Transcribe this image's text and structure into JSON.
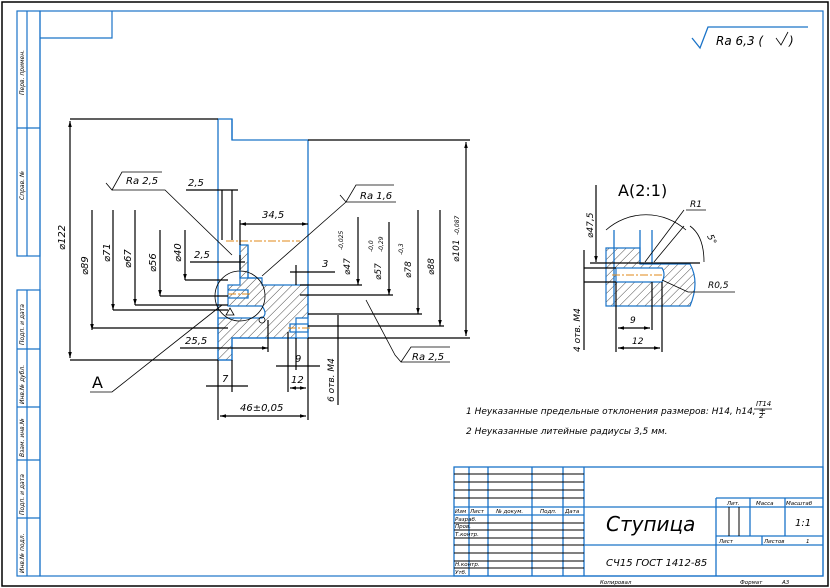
{
  "sheet": {
    "general_roughness": "Ra 6,3 (",
    "general_roughness_close": ")",
    "side_labels": [
      "Перв. примен.",
      "Справ. №",
      "Подп. и дата",
      "Инв.№ дубл.",
      "Взам. инв.№",
      "Подп. и дата",
      "Инв.№ подл."
    ]
  },
  "main_view": {
    "roughness": [
      "Ra 2,5",
      "Ra 1,6",
      "Ra 2,5"
    ],
    "dims_left": [
      "⌀122",
      "⌀89",
      "⌀71",
      "⌀67",
      "⌀56",
      "⌀40"
    ],
    "dims_top": [
      "2,5",
      "2,5",
      "34,5",
      "3"
    ],
    "dims_right": [
      "⌀47",
      "-0,025",
      "⌀57",
      "-0,0",
      "-0,29",
      "⌀78",
      "-0,3",
      "⌀88",
      "⌀101",
      "-0,087"
    ],
    "dims_bottom": [
      "25,5",
      "7",
      "9",
      "12",
      "46±0,05",
      "6 отв. M4"
    ],
    "view_label": "A"
  },
  "detail_view": {
    "title": "A(2:1)",
    "dims": [
      "⌀47,5",
      "R1",
      "5°",
      "R0,5",
      "9",
      "12",
      "4 отв. M4"
    ]
  },
  "notes": [
    "1 Неуказанные предельные отклонения размеров: H14, h14, ±",
    "2 Неуказанные литейные радиусы 3,5 мм."
  ],
  "notes_fraction": {
    "num": "IT14",
    "den": "2"
  },
  "title_block": {
    "header": [
      "Изм",
      "Лист",
      "№ докум.",
      "Подп.",
      "Дата"
    ],
    "roles": [
      "Разраб.",
      "Пров.",
      "Т.контр.",
      "",
      "Н.контр.",
      "Утб."
    ],
    "part_name": "Ступица",
    "material": "СЧ15 ГОСТ 1412-85",
    "lit_label": "Лит.",
    "mass_label": "Масса",
    "scale_label": "Масштаб",
    "scale_value": "1:1",
    "sheet_label": "Лист",
    "sheets_label": "Листов",
    "sheets_value": "1",
    "copied": "Копировал",
    "format_label": "Формат",
    "format_value": "A3"
  }
}
